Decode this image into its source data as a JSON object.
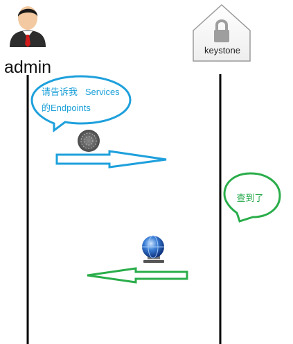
{
  "actors": {
    "admin": {
      "label": "admin"
    },
    "keystone": {
      "label": "keystone"
    }
  },
  "messages": {
    "request": {
      "text_line1": "请告诉我   Services",
      "text_line2": "的Endpoints"
    },
    "response": {
      "text": "查到了"
    }
  },
  "colors": {
    "request": "#1ea0dc",
    "response": "#2aad4a",
    "lifeline": "#000000"
  },
  "icons": {
    "admin": "user-avatar-icon",
    "keystone": "lock-house-icon",
    "request": "fingerprint-token-icon",
    "response": "globe-network-icon"
  }
}
